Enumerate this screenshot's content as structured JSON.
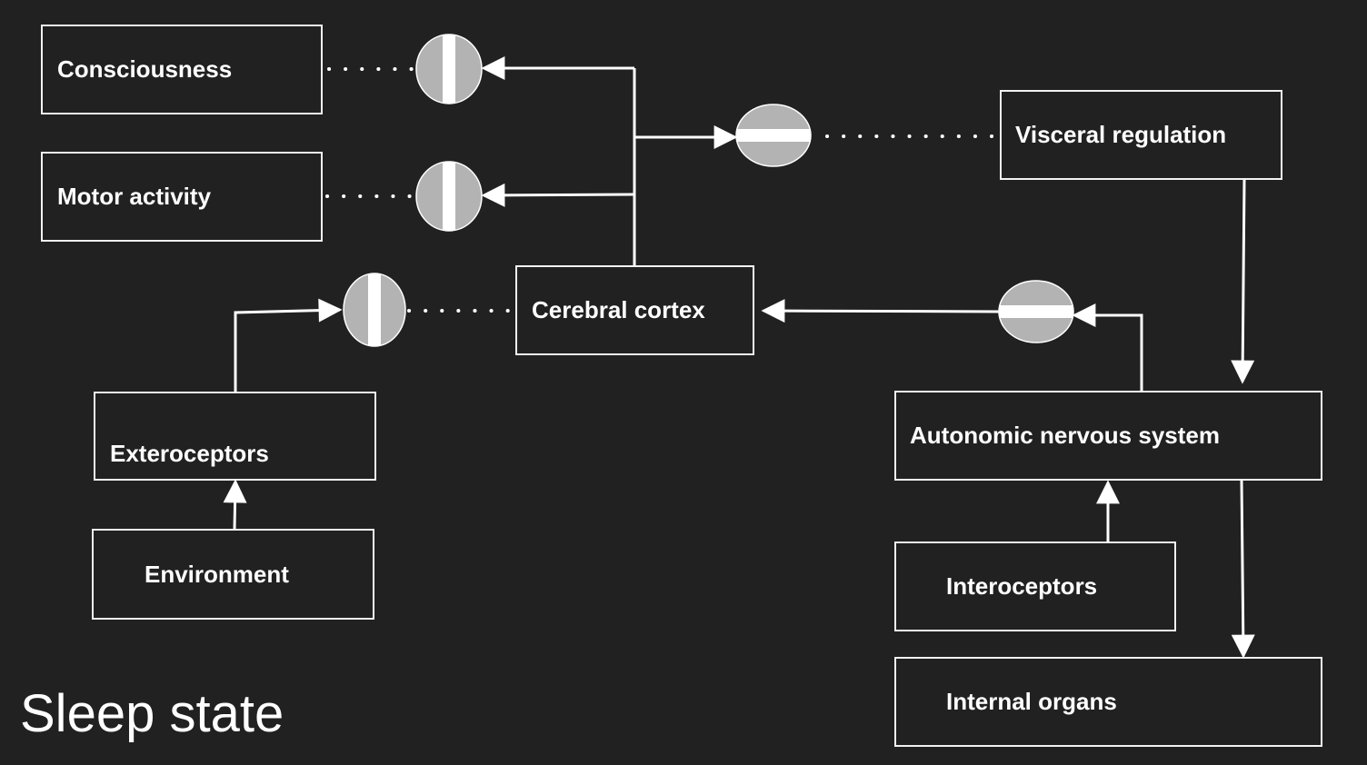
{
  "diagram": {
    "title": "Sleep state",
    "nodes": {
      "consciousness": "Consciousness",
      "motor_activity": "Motor activity",
      "cerebral_cortex": "Cerebral cortex",
      "visceral_regulation": "Visceral regulation",
      "exteroceptors": "Exteroceptors",
      "environment": "Environment",
      "autonomic_nervous_system": "Autonomic nervous system",
      "interoceptors": "Interoceptors",
      "internal_organs": "Internal organs"
    },
    "edges": [
      {
        "from": "Environment",
        "to": "Exteroceptors",
        "style": "arrow"
      },
      {
        "from": "Exteroceptors",
        "to": "Cerebral cortex",
        "style": "arrow",
        "gate": "blocked"
      },
      {
        "from": "Cerebral cortex",
        "to": "Consciousness",
        "style": "arrow",
        "gate": "blocked"
      },
      {
        "from": "Cerebral cortex",
        "to": "Motor activity",
        "style": "arrow",
        "gate": "blocked"
      },
      {
        "from": "Cerebral cortex",
        "to": "Visceral regulation",
        "style": "arrow",
        "gate": "open"
      },
      {
        "from": "Visceral regulation",
        "to": "Autonomic nervous system",
        "style": "arrow"
      },
      {
        "from": "Autonomic nervous system",
        "to": "Cerebral cortex",
        "style": "arrow",
        "gate": "open"
      },
      {
        "from": "Interoceptors",
        "to": "Autonomic nervous system",
        "style": "arrow"
      },
      {
        "from": "Autonomic nervous system",
        "to": "Internal organs",
        "style": "arrow"
      }
    ],
    "colors": {
      "background": "#212121",
      "line": "#ffffff",
      "gate_fill": "#b3b3b3"
    }
  }
}
